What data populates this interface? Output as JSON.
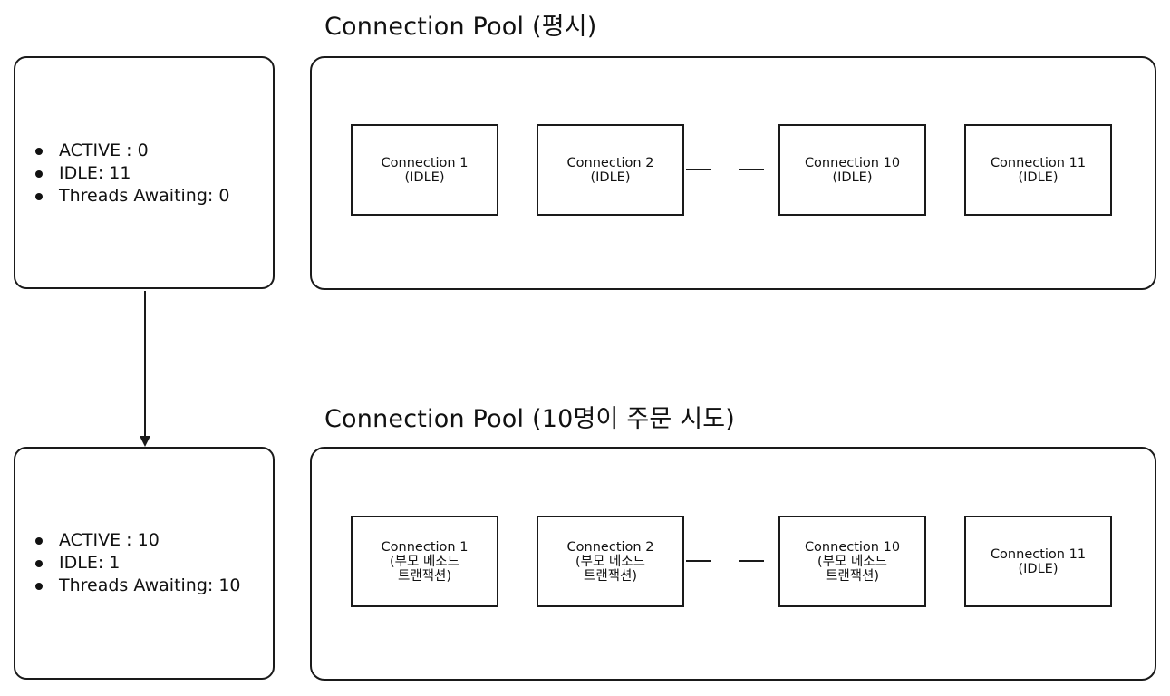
{
  "pools": [
    {
      "title": "Connection Pool (평시)",
      "stats": [
        {
          "label": "ACTIVE : 0"
        },
        {
          "label": "IDLE: 11"
        },
        {
          "label": "Threads Awaiting: 0"
        }
      ],
      "connections": [
        {
          "name": "Connection 1",
          "lines": [
            "(IDLE)"
          ]
        },
        {
          "name": "Connection 2",
          "lines": [
            "(IDLE)"
          ]
        },
        {
          "name": "Connection 10",
          "lines": [
            "(IDLE)"
          ]
        },
        {
          "name": "Connection 11",
          "lines": [
            "(IDLE)"
          ]
        }
      ]
    },
    {
      "title": "Connection Pool (10명이 주문 시도)",
      "stats": [
        {
          "label": "ACTIVE : 10"
        },
        {
          "label": "IDLE: 1"
        },
        {
          "label": "Threads Awaiting: 10"
        }
      ],
      "connections": [
        {
          "name": "Connection 1",
          "lines": [
            "(부모 메소드",
            "트랜잭션)"
          ]
        },
        {
          "name": "Connection 2",
          "lines": [
            "(부모 메소드",
            "트랜잭션)"
          ]
        },
        {
          "name": "Connection 10",
          "lines": [
            "(부모 메소드",
            "트랜잭션)"
          ]
        },
        {
          "name": "Connection 11",
          "lines": [
            "(IDLE)"
          ]
        }
      ]
    }
  ]
}
